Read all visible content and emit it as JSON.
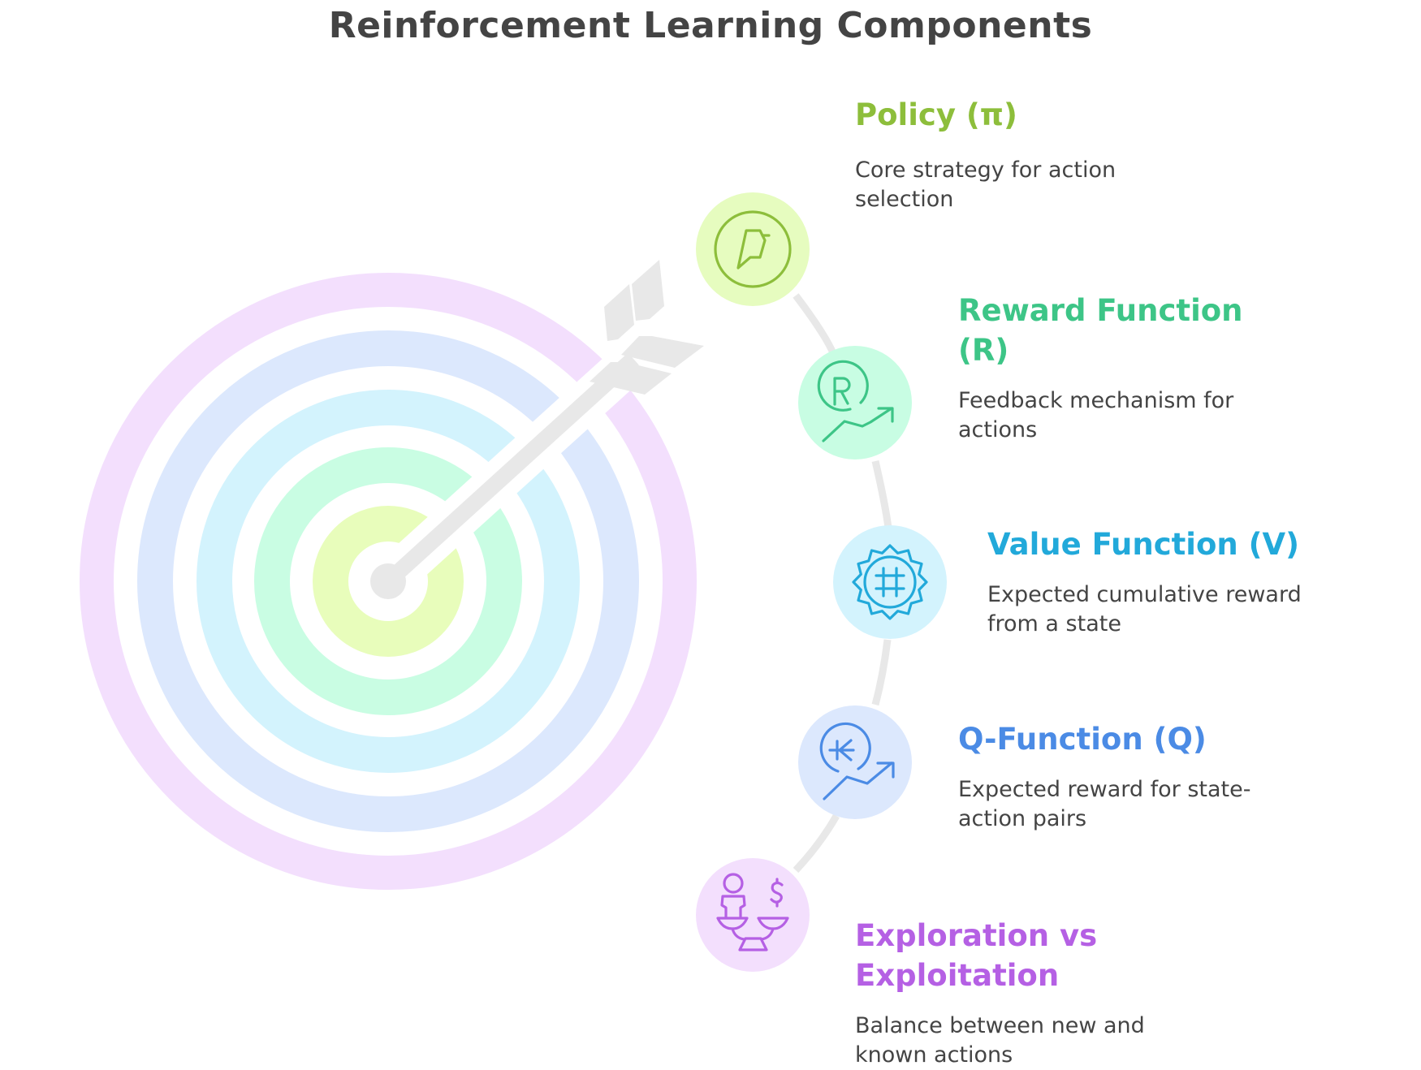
{
  "title": "Reinforcement Learning Components",
  "target": {
    "rings": [
      {
        "name": "outer-ring",
        "color": "#F3DFFD"
      },
      {
        "name": "ring-2",
        "color": "#DCE8FD"
      },
      {
        "name": "ring-3",
        "color": "#D3F3FD"
      },
      {
        "name": "ring-4",
        "color": "#C9FDE3"
      },
      {
        "name": "inner-ring",
        "color": "#E8FDBB"
      }
    ],
    "arrow_color": "#E8E8E8"
  },
  "connector_color": "#E8E8E8",
  "components": [
    {
      "id": "policy",
      "heading": "Policy (π)",
      "description": "Core strategy for action selection",
      "color": "#8DBE3B",
      "bg": "#E6FCBF",
      "icon": "policy-compass-icon"
    },
    {
      "id": "reward",
      "heading": "Reward Function (R)",
      "description": "Feedback mechanism for actions",
      "color": "#3DC587",
      "bg": "#C8FDE3",
      "icon": "reward-trend-icon"
    },
    {
      "id": "value",
      "heading": "Value Function (V)",
      "description": "Expected cumulative reward from a state",
      "color": "#22A9DA",
      "bg": "#D3F3FD",
      "icon": "value-badge-icon"
    },
    {
      "id": "qfunction",
      "heading": "Q-Function (Q)",
      "description": "Expected reward for state-action pairs",
      "color": "#4B8BE5",
      "bg": "#DCE8FD",
      "icon": "q-trend-icon"
    },
    {
      "id": "exploration",
      "heading": "Exploration vs Exploitation",
      "description": "Balance between new and known actions",
      "color": "#B560E4",
      "bg": "#F3DFFD",
      "icon": "balance-scale-icon"
    }
  ]
}
